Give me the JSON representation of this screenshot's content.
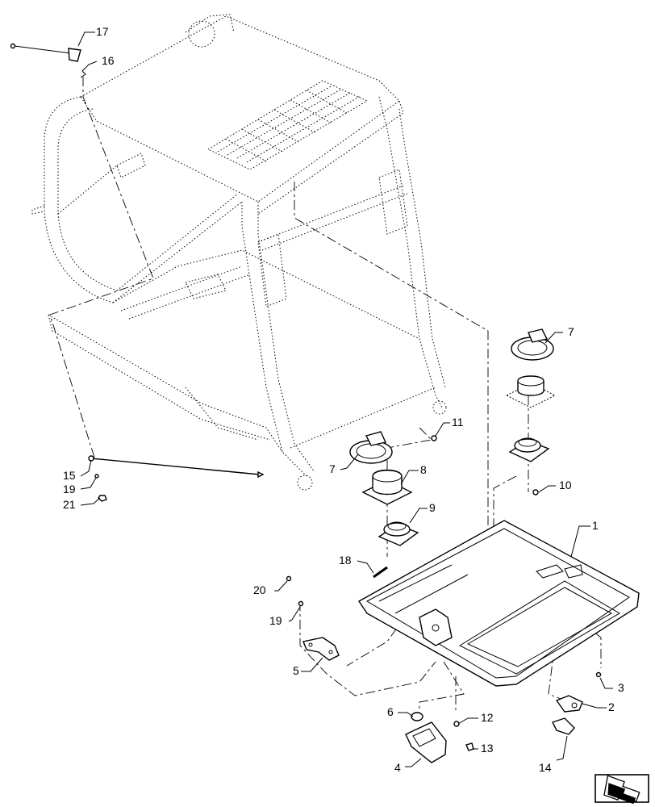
{
  "callouts": {
    "c1": "1",
    "c2": "2",
    "c3": "3",
    "c4": "4",
    "c5": "5",
    "c6": "6",
    "c7a": "7",
    "c7b": "7",
    "c8": "8",
    "c9": "9",
    "c10": "10",
    "c11": "11",
    "c12": "12",
    "c13": "13",
    "c14": "14",
    "c15": "15",
    "c16": "16",
    "c17": "17",
    "c18": "18",
    "c19a": "19",
    "c19b": "19",
    "c20": "20",
    "c21": "21"
  },
  "icons": {
    "orientation": "orientation-arrow-icon"
  }
}
